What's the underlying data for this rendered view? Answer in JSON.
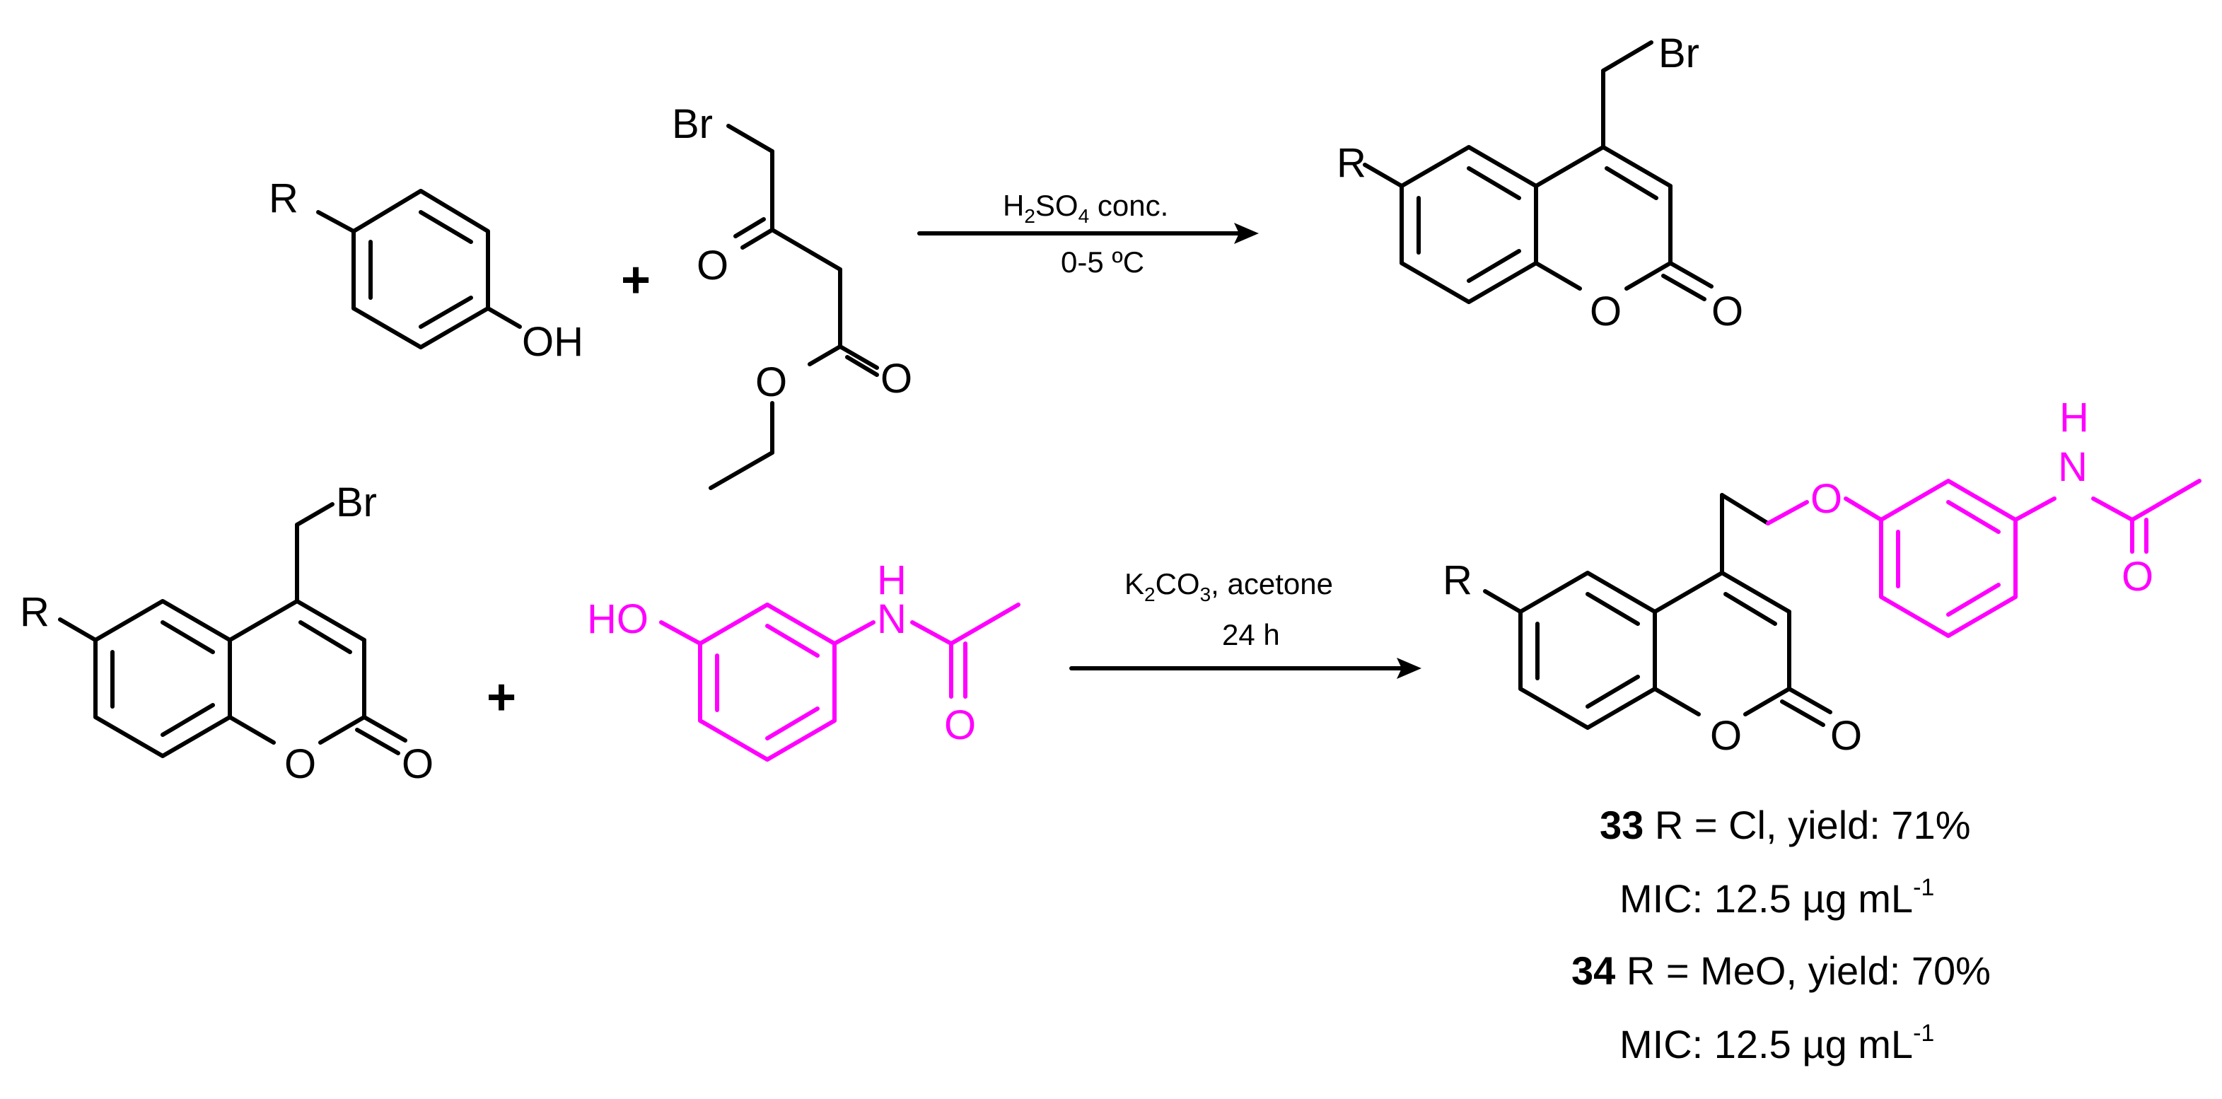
{
  "reaction1": {
    "reactant1": {
      "substituent": "R",
      "hydroxyl": "OH"
    },
    "plus": "+",
    "reactant2": {
      "bromine": "Br",
      "ketone_oxygen": "O",
      "ester_oxygen_single": "O",
      "ester_oxygen_double": "O"
    },
    "conditions": {
      "reagent_prefix": "H",
      "reagent_sub1": "2",
      "reagent_mid": "SO",
      "reagent_sub2": "4",
      "reagent_suffix": " conc.",
      "temperature": "0-5 ºC"
    },
    "product": {
      "substituent": "R",
      "bromine": "Br",
      "ring_oxygen": "O",
      "carbonyl_oxygen": "O"
    }
  },
  "reaction2": {
    "reactant1": {
      "substituent": "R",
      "bromine": "Br",
      "ring_oxygen": "O",
      "carbonyl_oxygen": "O"
    },
    "plus": "+",
    "reactant2": {
      "hydroxyl": "HO",
      "amide_h": "H",
      "amide_n": "N",
      "amide_o": "O"
    },
    "conditions": {
      "reagent_prefix": "K",
      "reagent_sub1": "2",
      "reagent_mid": "CO",
      "reagent_sub2": "3",
      "reagent_suffix": ", acetone",
      "time": "24 h"
    },
    "product": {
      "substituent": "R",
      "ether_oxygen": "O",
      "amide_h": "H",
      "amide_n": "N",
      "amide_o": "O",
      "ring_oxygen": "O",
      "carbonyl_oxygen": "O"
    }
  },
  "results": [
    {
      "compound": "33",
      "description": " R = Cl, yield: 71%",
      "mic_label": "MIC:   12.5 µg mL",
      "mic_exp": "-1"
    },
    {
      "compound": "34",
      "description": " R = MeO, yield: 70%",
      "mic_label": "MIC:   12.5 µg mL",
      "mic_exp": "-1"
    }
  ],
  "colors": {
    "bond": "#000000",
    "highlight": "#ff00ff",
    "background": "#ffffff"
  }
}
